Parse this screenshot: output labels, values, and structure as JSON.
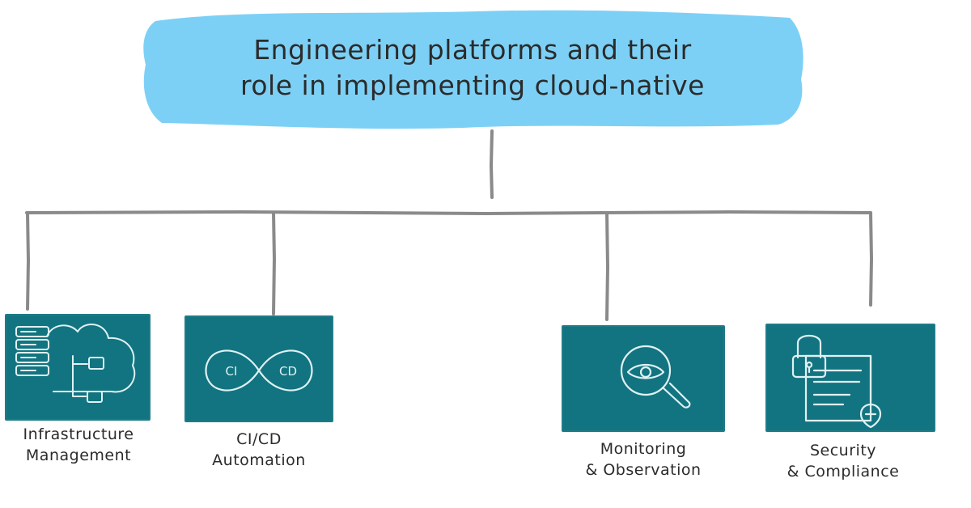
{
  "title": {
    "line1": "Engineering platforms and their",
    "line2": "role in implementing cloud-native"
  },
  "colors": {
    "title_bg": "#7dd0f5",
    "card_bg": "#127480",
    "connector": "#8a8a8a",
    "icon_stroke": "#dff1f3",
    "text": "#2b2b2b"
  },
  "nodes": [
    {
      "label1": "Infrastructure",
      "label2": "Management",
      "icon": "server-cloud-icon"
    },
    {
      "label1": "CI/CD",
      "label2": "Automation",
      "icon": "infinity-ci-cd-icon",
      "icon_text_left": "CI",
      "icon_text_right": "CD"
    },
    {
      "label1": "Monitoring",
      "label2": "& Observation",
      "icon": "magnifier-eye-icon"
    },
    {
      "label1": "Security",
      "label2": "& Compliance",
      "icon": "lock-document-shield-icon"
    }
  ]
}
